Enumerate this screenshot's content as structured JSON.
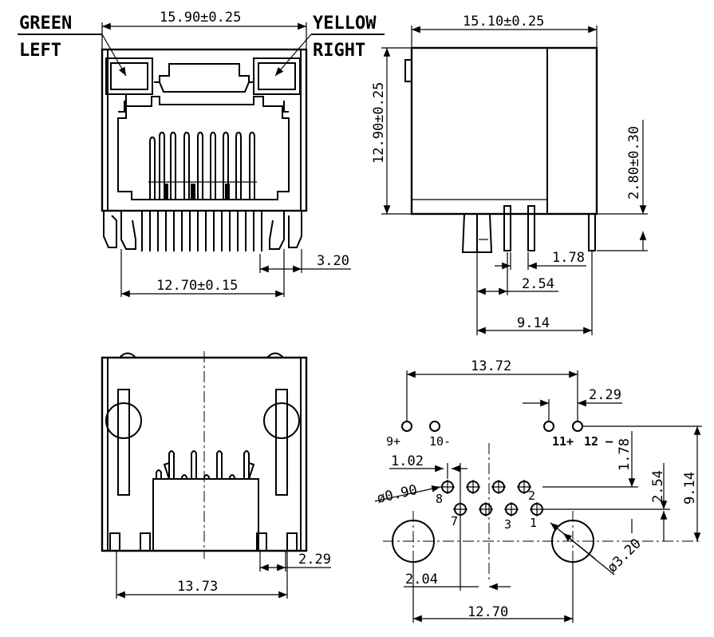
{
  "front_view": {
    "label_green": "GREEN",
    "label_left": "LEFT",
    "label_yellow": "YELLOW",
    "label_right": "RIGHT",
    "dim_width": "15.90±0.25",
    "dim_pin_span": "12.70±0.15",
    "dim_side": "3.20"
  },
  "side_view": {
    "dim_depth": "15.10±0.25",
    "dim_height": "12.90±0.25",
    "dim_standoff": "2.80±0.30",
    "dim_pitch_a": "1.78",
    "dim_pitch_b": "2.54",
    "dim_pin_depth": "9.14"
  },
  "bottom_view": {
    "dim_width": "13.73",
    "dim_tab": "2.29"
  },
  "pcb_layout": {
    "dim_top_span": "13.72",
    "dim_led_pitch": "2.29",
    "pin_9": "9+",
    "pin_10": "10-",
    "pin_11": "11+",
    "pin_12": "12 —",
    "dim_row_offset": "1.78",
    "dim_1_02": "1.02",
    "dim_hole": "ø0.90",
    "dim_2_54": "2.54",
    "dim_9_14": "9.14",
    "pin_8": "8",
    "pin_2": "2",
    "pin_7": "7",
    "pin_3": "3",
    "pin_1": "1",
    "dim_2_04": "2.04",
    "dim_mount_hole": "ø3.20",
    "dim_mount_span": "12.70"
  }
}
